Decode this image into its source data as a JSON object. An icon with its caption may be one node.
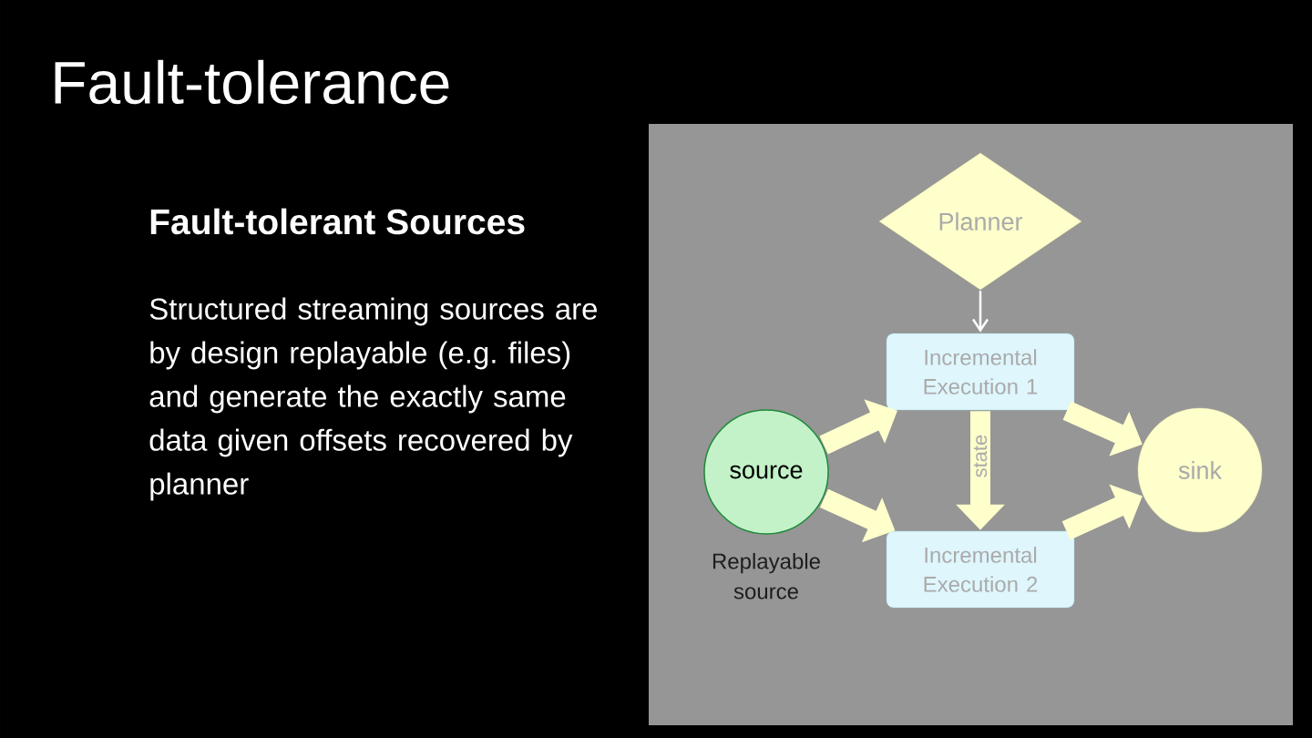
{
  "diagram": {
    "title": "Fault-tolerance",
    "nodes": [
      {
        "text": [
          "Planner"
        ]
      },
      {
        "text": [
          "Incremental Execution 1"
        ]
      },
      {
        "text": [
          "Incremental Execution 2"
        ]
      },
      {
        "text": [
          "source"
        ],
        "beside": [
          "Replayable source"
        ]
      },
      {
        "text": [
          "sink"
        ]
      }
    ],
    "edges": [
      {
        "from": 0,
        "to": 1,
        "arrow": "to",
        "color": "#ffffff"
      },
      {
        "from": 3,
        "to": 1,
        "arrow": "to"
      },
      {
        "from": 3,
        "to": 2,
        "arrow": "to"
      },
      {
        "from": 1,
        "to": 2,
        "arrow": "to",
        "label": "state"
      },
      {
        "from": 1,
        "to": 4,
        "arrow": "to"
      },
      {
        "from": 2,
        "to": 4,
        "arrow": "to"
      }
    ],
    "labels": [
      "Fault-tolerant Sources",
      "Structured streaming sources are by design replayable (e.g. files) and generate the exactly same data given offsets recovered by planner"
    ]
  }
}
